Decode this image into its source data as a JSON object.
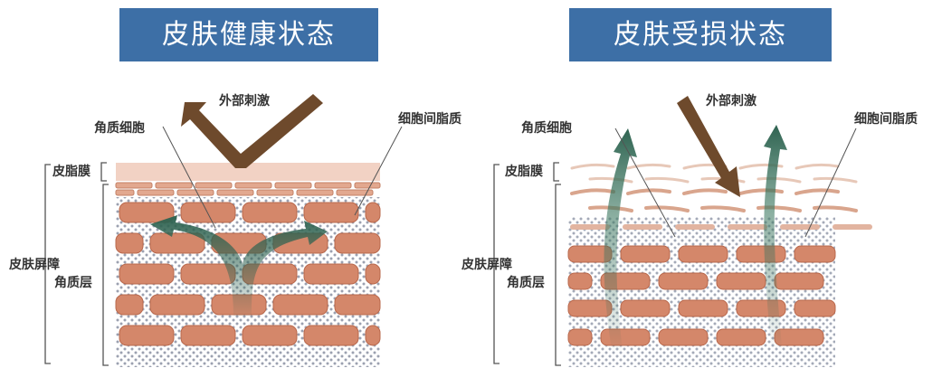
{
  "panels": {
    "healthy": {
      "title": "皮肤健康状态",
      "external_stimulus": "外部刺激",
      "corneocyte": "角质细胞",
      "intercellular_lipid": "细胞间脂质",
      "sebum_film": "皮脂膜",
      "skin_barrier": "皮肤屏障",
      "stratum_corneum": "角质层"
    },
    "damaged": {
      "title": "皮肤受损状态",
      "external_stimulus": "外部刺激",
      "corneocyte": "角质细胞",
      "intercellular_lipid": "细胞间脂质",
      "sebum_film": "皮脂膜",
      "skin_barrier": "皮肤屏障",
      "stratum_corneum": "角质层"
    }
  },
  "colors": {
    "title_bg": "#3d6fa6",
    "cell_fill": "#d4876a",
    "cell_stroke": "#b9684c",
    "sebum": "#f2d2c4",
    "dots": "#4a5470",
    "stimulus_arrow": "#6e4a2c",
    "moisture_arrow": "#2f6351"
  }
}
